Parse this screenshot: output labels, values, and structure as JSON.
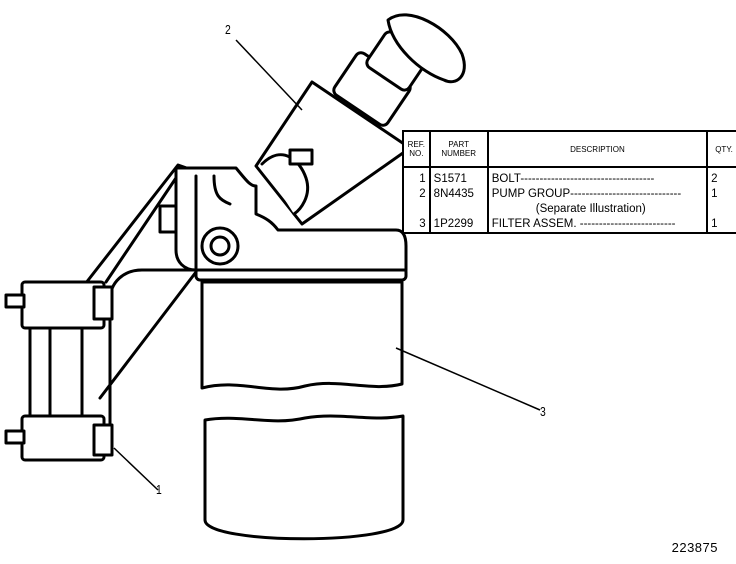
{
  "callouts": [
    {
      "label": "1"
    },
    {
      "label": "2"
    },
    {
      "label": "3"
    }
  ],
  "table": {
    "headers": [
      "REF. NO.",
      "PART NUMBER",
      "DESCRIPTION",
      "QTY."
    ],
    "rows": [
      {
        "ref": "1",
        "part": "S1571",
        "desc": "BOLT-----------------------------------",
        "sub": "",
        "qty": "2"
      },
      {
        "ref": "2",
        "part": "8N4435",
        "desc": "PUMP GROUP-----------------------------",
        "sub": "(Separate Illustration)",
        "qty": "1"
      },
      {
        "ref": "3",
        "part": "1P2299",
        "desc": "FILTER ASSEM. -------------------------",
        "sub": "",
        "qty": "1"
      }
    ]
  },
  "figure_number": "223875"
}
